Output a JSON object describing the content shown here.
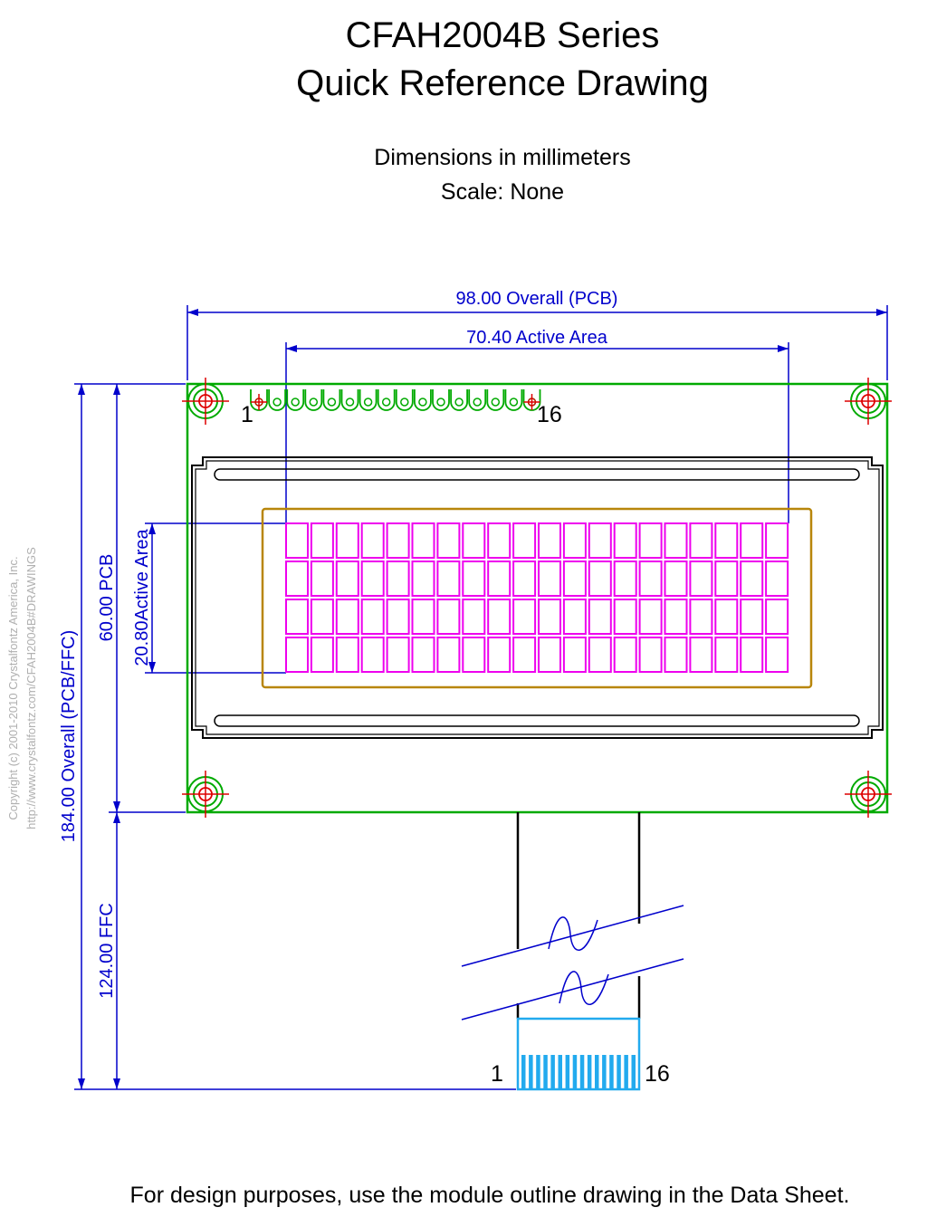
{
  "title": {
    "line1": "CFAH2004B Series",
    "line2": "Quick Reference Drawing"
  },
  "subtitle": {
    "units": "Dimensions in millimeters",
    "scale": "Scale: None"
  },
  "dimensions": {
    "overall_pcb": "98.00 Overall (PCB)",
    "active_width": "70.40 Active Area",
    "pcb_height": "60.00 PCB",
    "active_height": "20.80Active Area",
    "overall_height": "184.00 Overall (PCB/FFC)",
    "ffc_length": "124.00 FFC"
  },
  "pins": {
    "top_first": "1",
    "top_last": "16",
    "ffc_first": "1",
    "ffc_last": "16"
  },
  "display": {
    "rows": 4,
    "columns": 20
  },
  "colors": {
    "dimension": "#0000cc",
    "pcb_outline": "#00aa00",
    "mounting_crosshair": "#dd0000",
    "character_cells": "#ee00ee",
    "viewing_area": "#b8860b",
    "ffc_contact": "#22aaee"
  },
  "copyright": {
    "line1": "Copyright (c) 2001-2010 Crystalfontz America, Inc.",
    "line2": "http://www.crystalfontz.com/CFAH2004B#DRAWINGS"
  },
  "footer": "For design purposes, use the module outline drawing in the Data Sheet."
}
